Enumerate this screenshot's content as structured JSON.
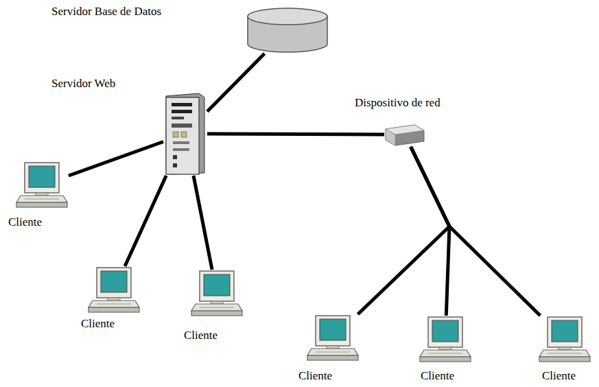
{
  "diagram": {
    "nodes": [
      {
        "text": [
          "Servidor Base de Datos"
        ]
      },
      {
        "text": [
          "Servidor Web"
        ]
      },
      {
        "text": [
          "Dispositivo de red"
        ]
      },
      {
        "text": [
          "Cliente"
        ]
      },
      {
        "text": [
          "Cliente"
        ]
      },
      {
        "text": [
          "Cliente"
        ]
      },
      {
        "text": [
          "Cliente"
        ]
      },
      {
        "text": [
          "Cliente"
        ]
      },
      {
        "text": [
          "Cliente"
        ]
      }
    ],
    "edges": [
      {
        "from": 0,
        "to": 1,
        "arrow": "none"
      },
      {
        "from": 1,
        "to": 3,
        "arrow": "none"
      },
      {
        "from": 1,
        "to": 4,
        "arrow": "none"
      },
      {
        "from": 1,
        "to": 5,
        "arrow": "none"
      },
      {
        "from": 1,
        "to": 2,
        "arrow": "none"
      },
      {
        "from": 2,
        "to": 6,
        "arrow": "none"
      },
      {
        "from": 2,
        "to": 7,
        "arrow": "none"
      },
      {
        "from": 2,
        "to": 8,
        "arrow": "none"
      }
    ]
  }
}
